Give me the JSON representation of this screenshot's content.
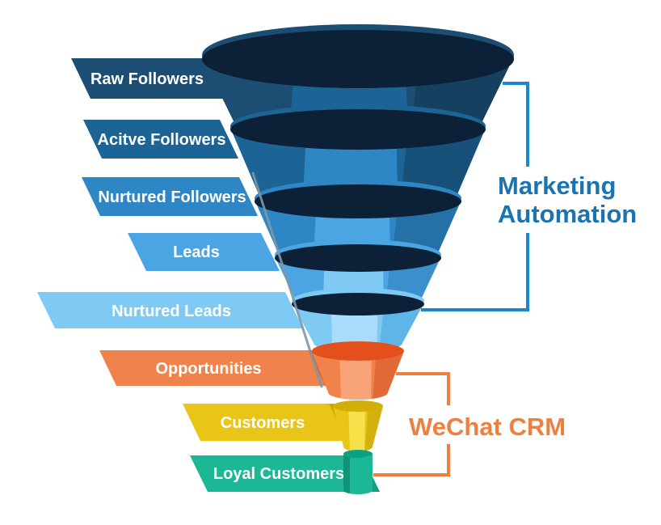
{
  "diagram": {
    "label_text_color": "#FFFFFF",
    "connector_color": "#7D97A9",
    "stages": [
      {
        "label": "Raw Followers",
        "color": "#1C4E74",
        "shade": "#16405F",
        "inner": "#1D6496",
        "rim": "#0C2137"
      },
      {
        "label": "Acitve Followers",
        "color": "#1D6496",
        "shade": "#175078",
        "inner": "#2E86C4",
        "rim": "#0C2137"
      },
      {
        "label": "Nurtured Followers",
        "color": "#2E86C4",
        "shade": "#2670A8",
        "inner": "#4BA5E2",
        "rim": "#0C2137"
      },
      {
        "label": "Leads",
        "color": "#4BA5E2",
        "shade": "#3B8FCC",
        "inner": "#7ECAF5",
        "rim": "#0C2137"
      },
      {
        "label": "Nurtured Leads",
        "color": "#7ECAF5",
        "shade": "#5FB4E8",
        "inner": "#A9DCFA",
        "rim": "#0C2137"
      },
      {
        "label": "Opportunities",
        "color": "#F0824C",
        "shade": "#E06A35",
        "inner": "#F9A379",
        "rim": "#E4501D",
        "edge": "#D96A33"
      },
      {
        "label": "Customers",
        "color": "#E9C517",
        "shade": "#D4B10C",
        "inner": "#F6E14A",
        "rim": "#D2AF05",
        "edge": "#CCA90A"
      },
      {
        "label": "Loyal Customers",
        "color": "#1CB794",
        "shade": "#0F9478",
        "inner": "#2BC49F",
        "rim": "#0DA183",
        "edge": "#13A07E"
      }
    ]
  },
  "annotations": {
    "marketing_automation": {
      "lines": [
        "Marketing",
        "Automation"
      ],
      "text_color": "#1B73B0",
      "bracket_color": "#1C86CD"
    },
    "wechat_crm": {
      "label": "WeChat CRM",
      "text_color": "#EE7F3F",
      "bracket_color": "#EE8040"
    }
  }
}
